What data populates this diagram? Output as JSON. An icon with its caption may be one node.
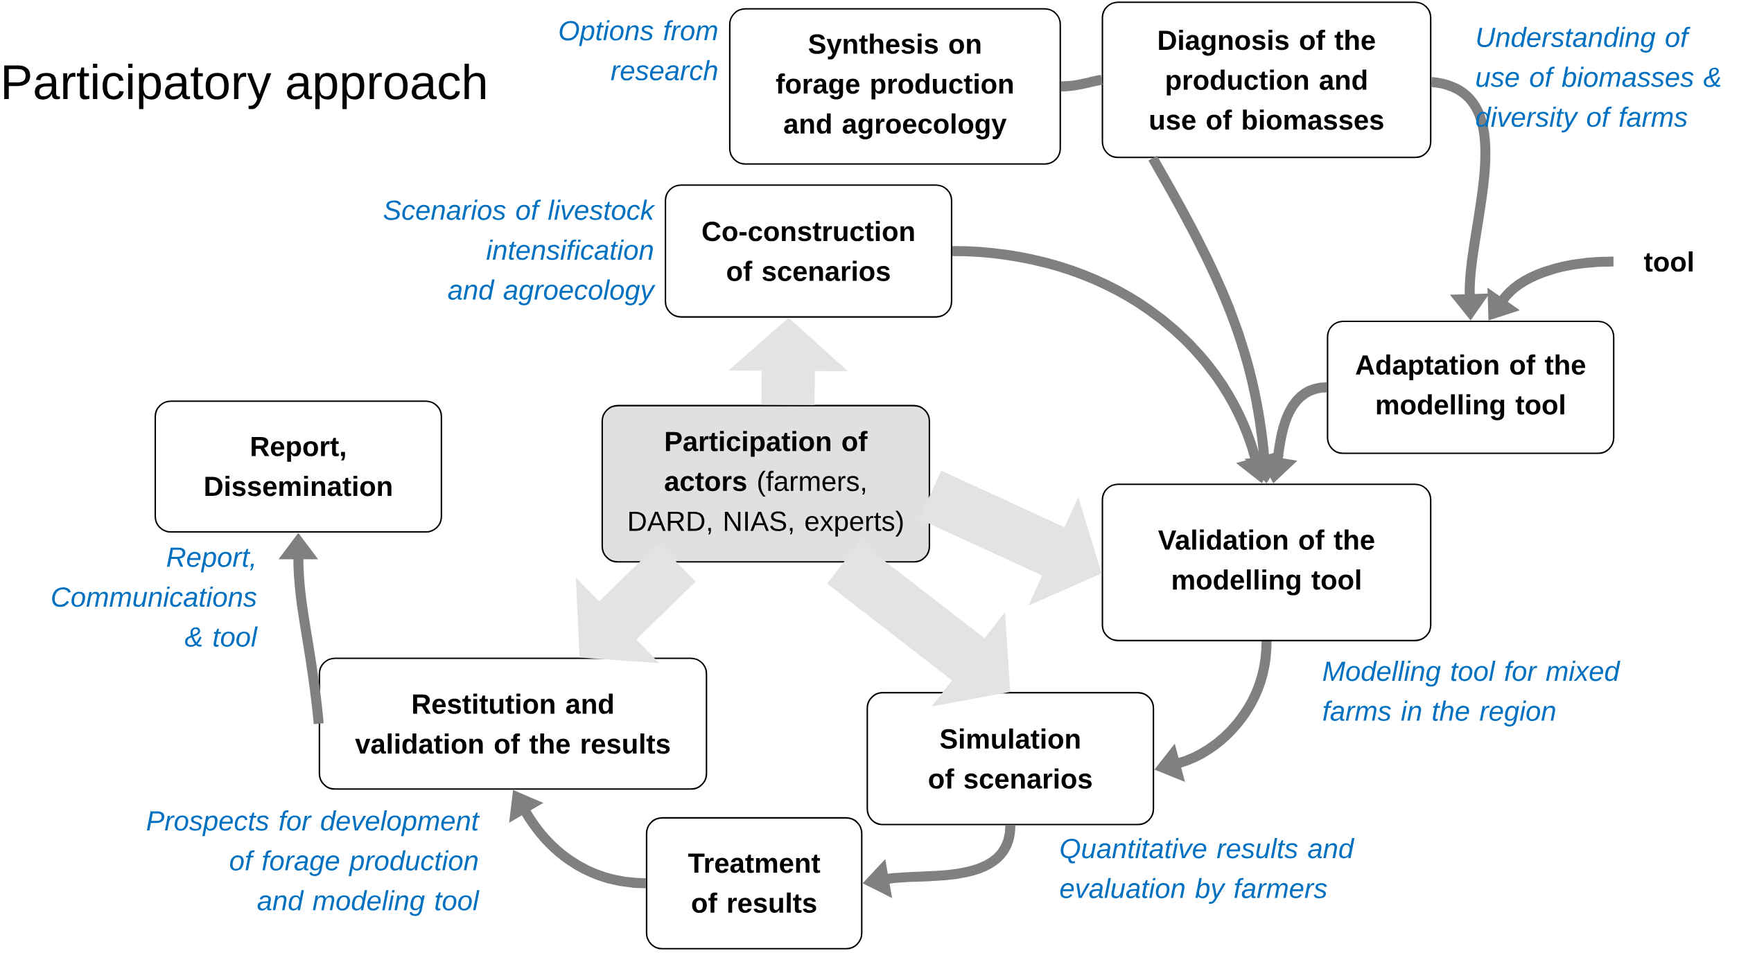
{
  "diagram": {
    "title": "Participatory approach",
    "nodes": [
      {
        "text": [
          "Synthesis on forage production and agroecology"
        ]
      },
      {
        "text": [
          "Diagnosis of the production and use of biomasses"
        ]
      },
      {
        "text": [
          "Co-construction of scenarios"
        ]
      },
      {
        "text": [
          "**Participation of actors** (farmers, DARD, NIAS, experts)"
        ]
      },
      {
        "text": [
          "Report, Dissemination"
        ]
      },
      {
        "text": [
          "Adaptation of the modelling tool"
        ]
      },
      {
        "text": [
          "Validation of the modelling tool"
        ]
      },
      {
        "text": [
          "Restitution and validation of the results"
        ]
      },
      {
        "text": [
          "Simulation of scenarios"
        ]
      },
      {
        "text": [
          "Treatment of results"
        ]
      },
      {
        "text": [
          "tool"
        ]
      }
    ],
    "edges": [
      {
        "from": 0,
        "to": 1,
        "arrow": "none"
      },
      {
        "from": 1,
        "to": 6,
        "arrow": "to"
      },
      {
        "from": 2,
        "to": 6,
        "arrow": "to"
      },
      {
        "from": 1,
        "to": 5,
        "arrow": "to"
      },
      {
        "from": 10,
        "to": 5,
        "arrow": "to"
      },
      {
        "from": 5,
        "to": 6,
        "arrow": "to"
      },
      {
        "from": 6,
        "to": 8,
        "arrow": "to"
      },
      {
        "from": 8,
        "to": 9,
        "arrow": "to"
      },
      {
        "from": 9,
        "to": 7,
        "arrow": "to"
      },
      {
        "from": 7,
        "to": 4,
        "arrow": "to"
      },
      {
        "from": 3,
        "to": 2,
        "arrow": "to",
        "style": "thick",
        "color": "#e3e3e3"
      },
      {
        "from": 3,
        "to": 6,
        "arrow": "to",
        "style": "thick",
        "color": "#e3e3e3"
      },
      {
        "from": 3,
        "to": 8,
        "arrow": "to",
        "style": "thick",
        "color": "#e3e3e3"
      },
      {
        "from": 3,
        "to": 7,
        "arrow": "to",
        "style": "thick",
        "color": "#e3e3e3"
      }
    ],
    "labels": [
      "Options from research",
      "Understanding of use of biomasses & diversity of farms",
      "Scenarios of livestock intensification and agroecology",
      "Report, Communications & tool",
      "Modelling tool for mixed farms in the region",
      "Prospects for development of forage production and modeling tool",
      "Quantitative results and evaluation by farmers"
    ]
  }
}
